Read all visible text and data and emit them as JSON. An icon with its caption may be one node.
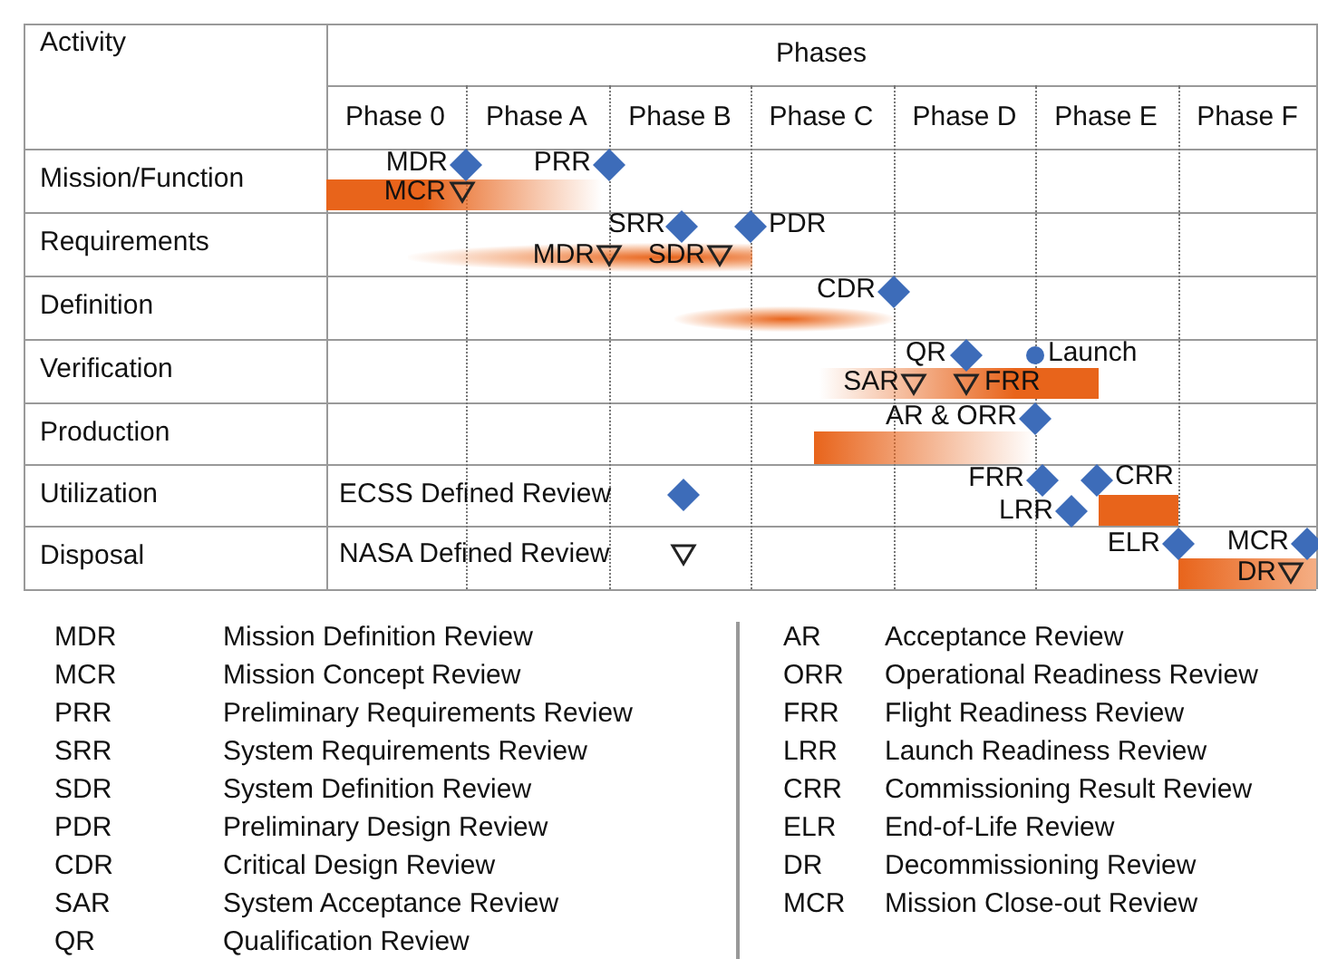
{
  "diagram": {
    "nodes": [
      {
        "text": [],
        "shape": "bar"
      },
      {
        "text": [],
        "shape": "bar"
      },
      {
        "text": [],
        "shape": "bar"
      },
      {
        "text": [],
        "shape": "bar"
      },
      {
        "text": [],
        "shape": "bar"
      },
      {
        "text": [],
        "shape": "bar"
      },
      {
        "text": [],
        "shape": "bar"
      }
    ],
    "labels": [
      "Activity",
      "Phases",
      "Phase 0",
      "Phase A",
      "Phase B",
      "Phase C",
      "Phase D",
      "Phase E",
      "Phase F",
      "Mission/Function",
      "Requirements",
      "Definition",
      "Verification",
      "Production",
      "Utilization",
      "Disposal",
      "MDR",
      "PRR",
      "MCR",
      "SRR",
      "PDR",
      "MDR",
      "SDR",
      "CDR",
      "QR",
      "Launch",
      "SAR",
      "FRR",
      "AR & ORR",
      "FRR",
      "CRR",
      "LRR",
      "ELR",
      "MCR",
      "DR",
      "MDR",
      "Mission Definition Review",
      "MCR",
      "Mission Concept Review",
      "PRR",
      "Preliminary Requirements Review",
      "SRR",
      "System Requirements Review",
      "SDR",
      "System Definition Review",
      "PDR",
      "Preliminary Design Review",
      "CDR",
      "Critical Design Review",
      "SAR",
      "System Acceptance Review",
      "QR",
      "Qualification Review",
      "AR",
      "Acceptance Review",
      "ORR",
      "Operational Readiness Review",
      "FRR",
      "Flight Readiness Review",
      "LRR",
      "Launch Readiness Review",
      "CRR",
      "Commissioning Result Review",
      "ELR",
      "End-of-Life Review",
      "DR",
      "Decommissioning Review",
      "MCR",
      "Mission Close-out Review"
    ],
    "legend": [
      {
        "text": "ECSS Defined Review"
      },
      {
        "text": "NASA Defined Review"
      }
    ]
  }
}
